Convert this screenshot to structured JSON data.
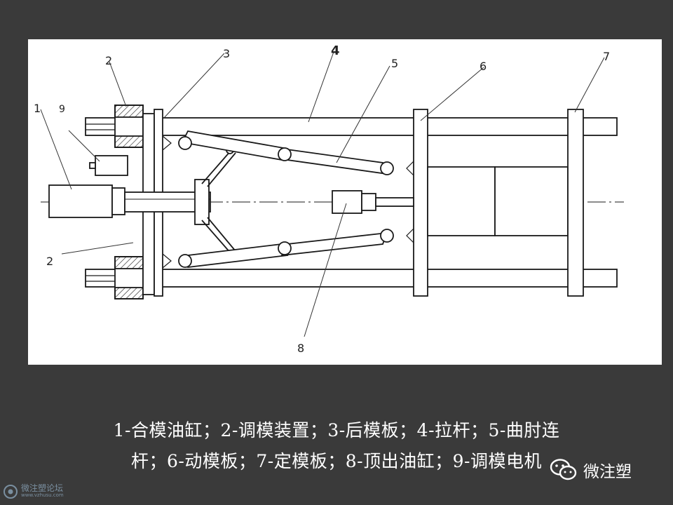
{
  "diagram": {
    "labels": [
      "1",
      "2",
      "3",
      "4",
      "5",
      "6",
      "7",
      "8",
      "9",
      "2"
    ]
  },
  "caption": {
    "line1": "1-合模油缸；2-调模装置；3-后模板；4-拉杆；5-曲肘连",
    "line2": "杆；6-动模板；7-定模板；8-顶出油缸；9-调模电机"
  },
  "watermark": {
    "wechat": "微注塑",
    "forum_name": "微注塑论坛",
    "forum_url": "www.vzhusu.com"
  },
  "colors": {
    "background": "#3a3a3a",
    "panel": "#ffffff",
    "line": "#1a1a1a",
    "caption": "#ffffff"
  }
}
